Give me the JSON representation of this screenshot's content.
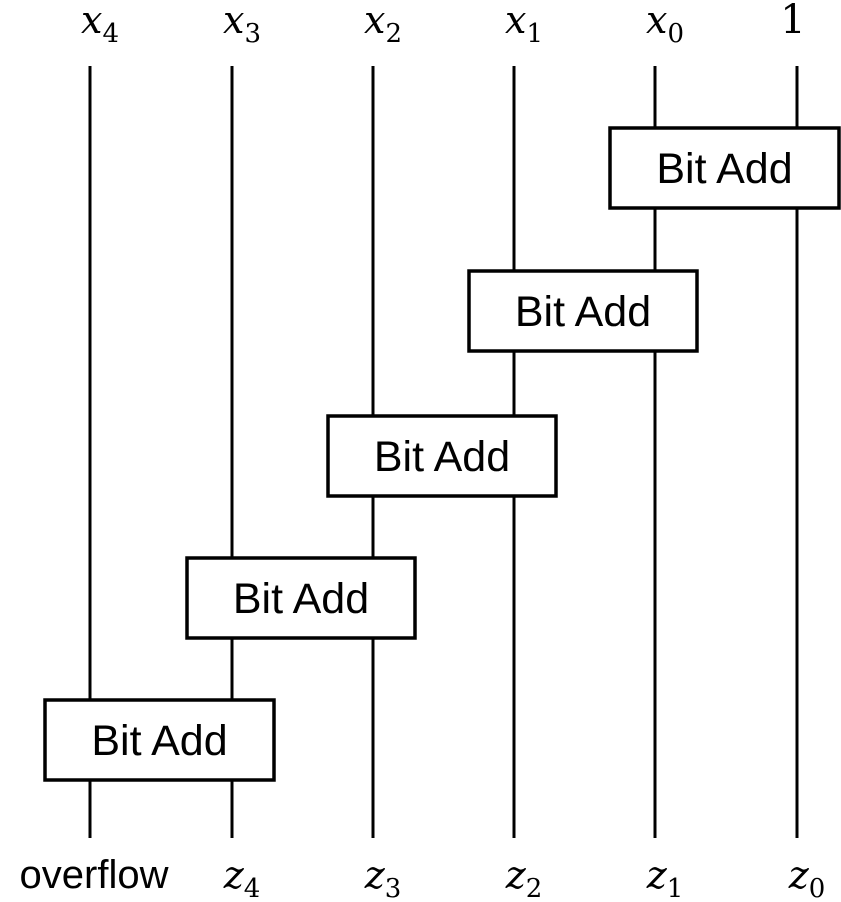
{
  "diagram": {
    "title": "Ripple increment circuit",
    "inputs": [
      {
        "base": "x",
        "sub": "4"
      },
      {
        "base": "x",
        "sub": "3"
      },
      {
        "base": "x",
        "sub": "2"
      },
      {
        "base": "x",
        "sub": "1"
      },
      {
        "base": "x",
        "sub": "0"
      },
      {
        "base": "1",
        "sub": ""
      }
    ],
    "outputs": [
      {
        "base": "overflow",
        "sub": ""
      },
      {
        "base": "z",
        "sub": "4"
      },
      {
        "base": "z",
        "sub": "3"
      },
      {
        "base": "z",
        "sub": "2"
      },
      {
        "base": "z",
        "sub": "1"
      },
      {
        "base": "z",
        "sub": "0"
      }
    ],
    "gates": [
      {
        "label": "Bit Add",
        "wires": [
          4,
          5
        ]
      },
      {
        "label": "Bit Add",
        "wires": [
          3,
          4
        ]
      },
      {
        "label": "Bit Add",
        "wires": [
          2,
          3
        ]
      },
      {
        "label": "Bit Add",
        "wires": [
          1,
          2
        ]
      },
      {
        "label": "Bit Add",
        "wires": [
          0,
          1
        ]
      }
    ],
    "stroke_color": "#000000",
    "background": "#ffffff"
  }
}
